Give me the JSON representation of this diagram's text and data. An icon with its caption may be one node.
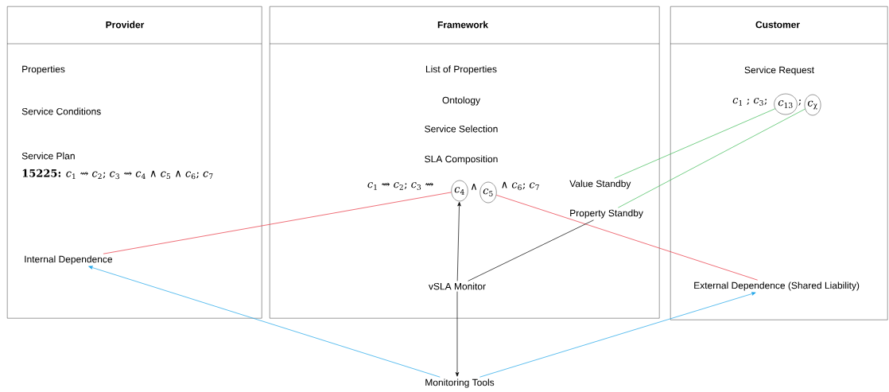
{
  "diagram": {
    "nodes": [
      {
        "text": [
          "Provider",
          "Properties",
          "Service Conditions",
          "Service Plan",
          "**15225:** *c*$_{1}$ ⇝ *c*$_{2}$; *c*$_{3}$ ⇝ *c*$_{4}$ ∧ *c*$_{5}$ ∧ *c*$_{6}$; *c*$_{7}$"
        ]
      },
      {
        "text": [
          "Framework",
          "List of Properties",
          "Ontology",
          "Service Selection",
          "SLA Composition"
        ]
      },
      {
        "text": [
          "Customer",
          "Service Request"
        ]
      },
      {
        "text": [
          "Internal Dependence"
        ],
        "in": 0
      },
      {
        "text": [
          "*c*$_{4}$"
        ],
        "in": 1
      },
      {
        "text": [
          "*c*$_{5}$"
        ],
        "in": 1
      },
      {
        "text": [
          "Value Standby"
        ],
        "in": 1
      },
      {
        "text": [
          "Property Standby"
        ],
        "in": 1
      },
      {
        "text": [
          "vSLA Monitor"
        ],
        "in": 1
      },
      {
        "text": [
          "*c*$_{13}$"
        ],
        "in": 2
      },
      {
        "text": [
          "*c*$_{χ}$"
        ],
        "in": 2
      },
      {
        "text": [
          "External Dependence (Shared Liability)"
        ],
        "in": 2
      },
      {
        "text": [
          "Monitoring Tools"
        ]
      }
    ],
    "edges": [
      {
        "from": 3,
        "to": 4,
        "arrow": "none",
        "color": "#e8313d"
      },
      {
        "from": 5,
        "to": 11,
        "arrow": "none",
        "color": "#e8313d"
      },
      {
        "from": 8,
        "to": 4,
        "arrow": "to"
      },
      {
        "from": 8,
        "to": 12,
        "arrow": "to"
      },
      {
        "from": 9,
        "to": 6,
        "arrow": "none",
        "color": "#3cba54"
      },
      {
        "from": 10,
        "to": 7,
        "arrow": "none",
        "color": "#3cba54"
      },
      {
        "from": 8,
        "to": 7,
        "arrow": "none"
      },
      {
        "from": 12,
        "to": 3,
        "arrow": "to",
        "color": "#1aa3e8"
      },
      {
        "from": 12,
        "to": 11,
        "arrow": "to",
        "color": "#1aa3e8"
      }
    ],
    "labels": [
      "*c*$_{1}$ ⇝ *c*$_{2}$; *c*$_{3}$ ⇝",
      "∧",
      "∧ *c*$_{6}$; *c*$_{7}$",
      "*c*$_{1}$ ; *c*$_{3}$;",
      ";"
    ]
  }
}
